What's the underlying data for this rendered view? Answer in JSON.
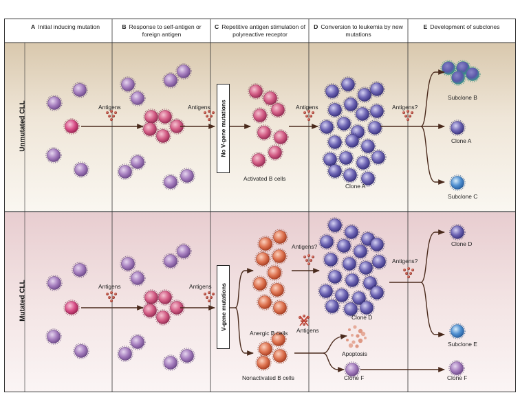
{
  "columns": [
    {
      "letter": "A",
      "text": "Initial inducing mutation"
    },
    {
      "letter": "B",
      "text": "Response to self-antigen or foreign antigen"
    },
    {
      "letter": "C",
      "text": "Repetitive antigen stimulation of polyreactive receptor"
    },
    {
      "letter": "D",
      "text": "Conversion to leukemia by new mutations"
    },
    {
      "letter": "E",
      "text": "Development of subclones"
    }
  ],
  "rows": {
    "unmutated": "Unmutated CLL",
    "mutated": "Mutated CLL"
  },
  "labels": {
    "antigens": "Antigens",
    "antigens_q": "Antigens?",
    "no_vgene": "No V-gene mutations",
    "vgene": "V-gene mutations",
    "activated_b": "Activated B cells",
    "clone_a": "Clone A",
    "subclone_b": "Subclone B",
    "subclone_c": "Subclone C",
    "anergic_b": "Anergic B cells",
    "nonactivated_b": "Nonactivated B cells",
    "clone_d": "Clone D",
    "subclone_e": "Subclone E",
    "apoptosis": "Apoptosis",
    "clone_f": "Clone F"
  },
  "colors": {
    "purple_cell": "#a07ab8",
    "magenta_cell": "#d84f88",
    "pink_cell": "#cf5a84",
    "blue_purple_cell": "#6a62b0",
    "blue_cell": "#4f8fd0",
    "teal_cell": "#4ea6a0",
    "orange_cell": "#dd7350",
    "antigen": "#b0473a",
    "arrow": "#4a2a1c",
    "panel_top": "#efe7da",
    "panel_bottom": "#f3e3e3"
  }
}
